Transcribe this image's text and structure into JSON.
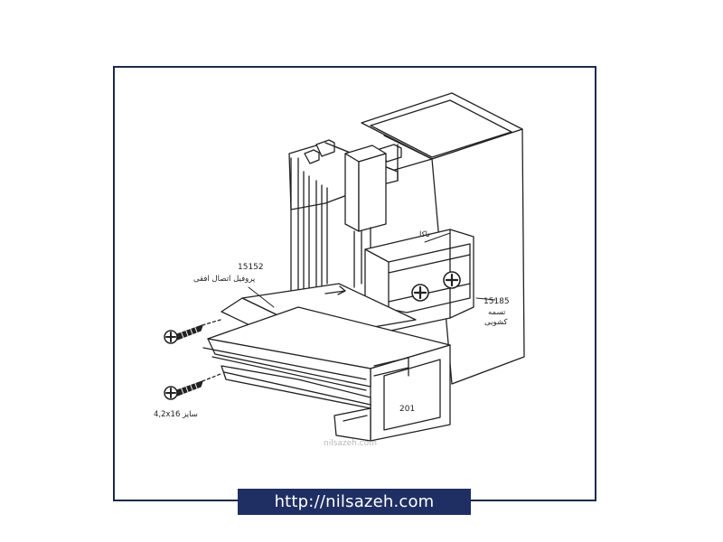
{
  "labels": {
    "part_15152_code": "15152",
    "part_15152_name": "پروفیل اتصال افقی",
    "part_15185_code": "15185",
    "part_15185_name_line1": "تسمه",
    "part_15185_name_line2": "کشویی",
    "top_bracket_label": "ناکا",
    "profile_201": "201",
    "screw_size": "4,2x16 سایز",
    "watermark": "nilsazeh.com"
  },
  "banner": {
    "url": "http://nilsazeh.com"
  },
  "colors": {
    "frame_border": "#1e2a4a",
    "banner_bg": "#1f2f63",
    "banner_text": "#ffffff"
  }
}
